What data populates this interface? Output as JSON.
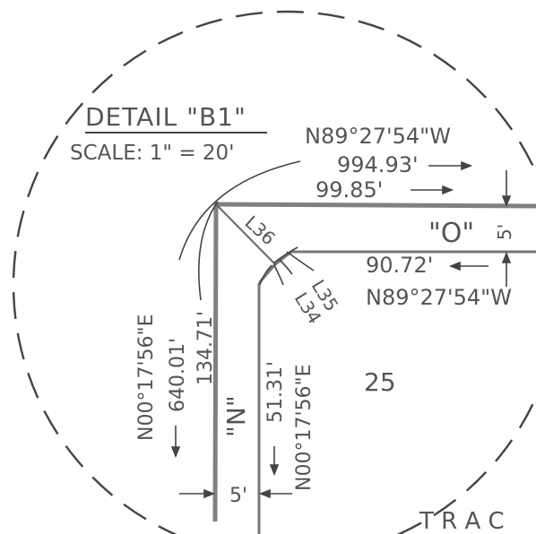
{
  "detail": {
    "title": "DETAIL \"B1\"",
    "scale": "SCALE: 1\" = 20'"
  },
  "top": {
    "bearing": "N89°27'54\"W",
    "dist_total": "994.93'",
    "dist_seg": "99.85'"
  },
  "road_o": {
    "label": "\"O\"",
    "width": "5'"
  },
  "lower": {
    "dist": "90.72'",
    "bearing": "N89°27'54\"W"
  },
  "lines": {
    "l36": "L36",
    "l35": "L35",
    "l34": "L34"
  },
  "west": {
    "bearing": "N00°17'56\"E",
    "dist_total": "640.01'",
    "dist_seg": "134.71'"
  },
  "road_n": {
    "label": "\"N\"",
    "width": "5'"
  },
  "inner": {
    "dist": "51.31'",
    "bearing": "N00°17'56\"E"
  },
  "lot": "25",
  "tract": "T R A C"
}
